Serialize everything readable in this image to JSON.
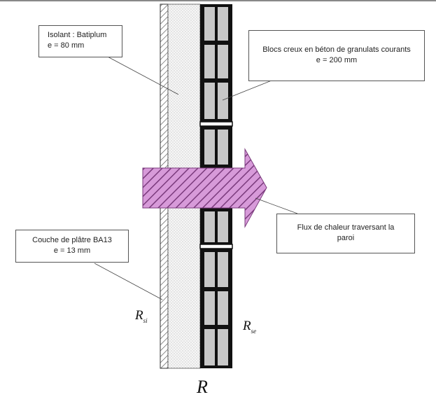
{
  "labels": {
    "insulation_line1": "Isolant : Batiplum",
    "insulation_line2": "e = 80 mm",
    "blocks_line1": "Blocs creux en béton de granulats courants",
    "blocks_line2": "e = 200 mm",
    "heat_flux_line1": "Flux de chaleur traversant la",
    "heat_flux_line2": "paroi",
    "plaster_line1": "Couche de plâtre BA13",
    "plaster_line2": "e = 13 mm"
  },
  "symbols": {
    "rsi_main": "R",
    "rsi_sub": "si",
    "rse_main": "R",
    "rse_sub": "se",
    "total": "R"
  },
  "colors": {
    "arrow_fill": "#d79ad9",
    "arrow_hatch": "#7a3a7c",
    "block_gray": "#c8c8c8",
    "insulation_bg": "#f6f6f6"
  }
}
